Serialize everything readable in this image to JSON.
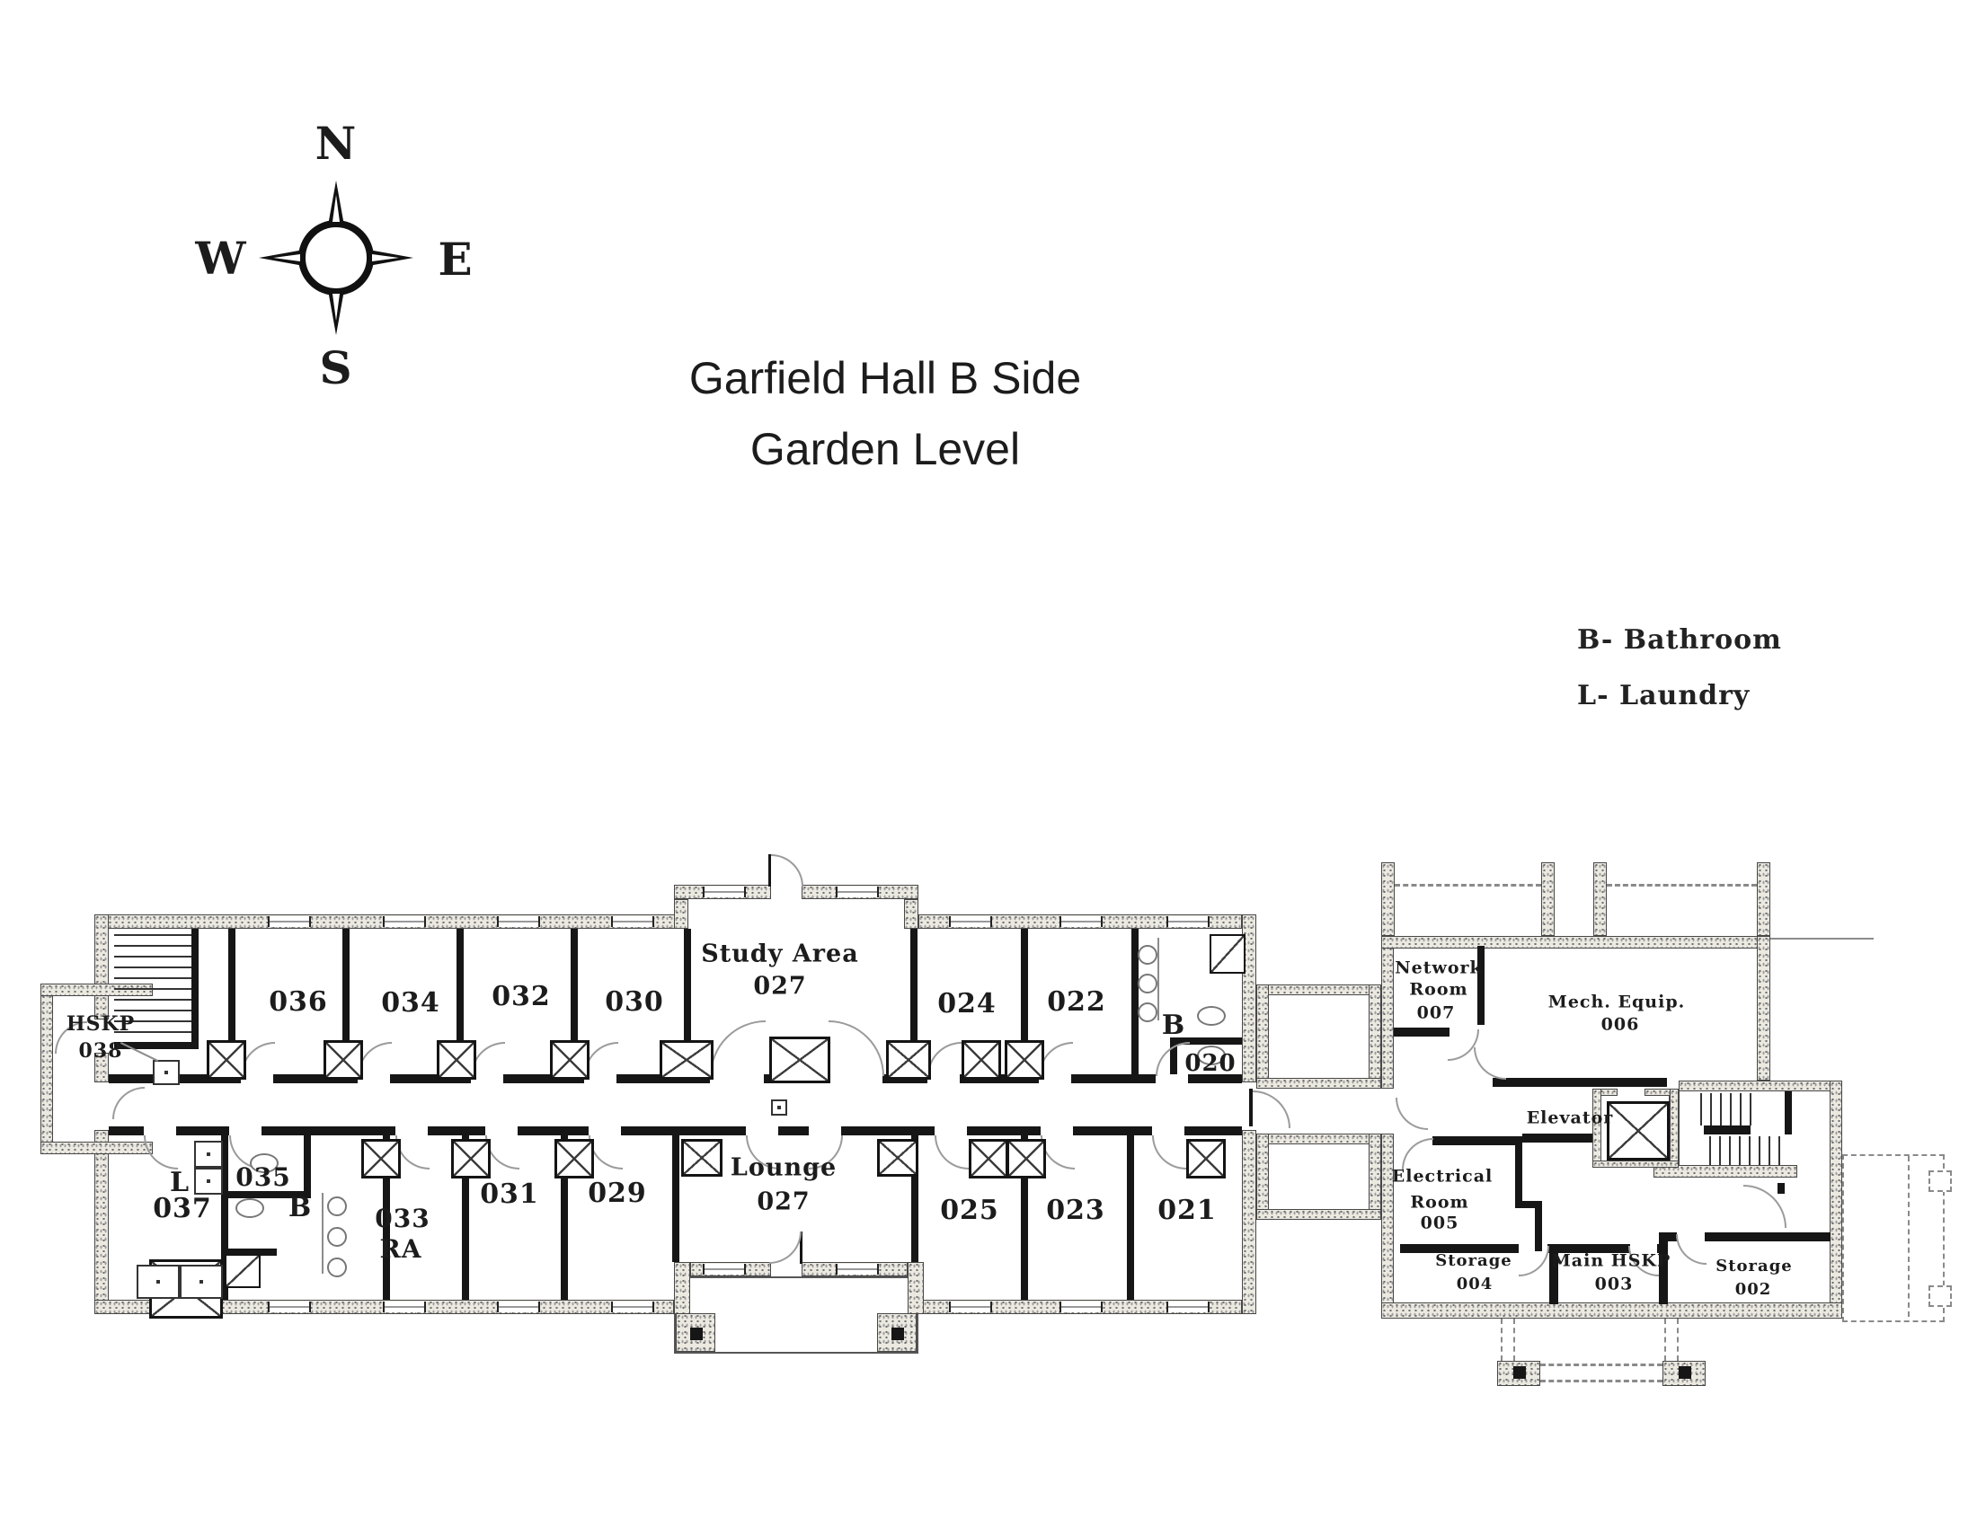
{
  "page": {
    "title_line1": "Garfield Hall B Side",
    "title_line2": "Garden Level"
  },
  "compass": {
    "north": "N",
    "south": "S",
    "east": "E",
    "west": "W"
  },
  "legend": {
    "items": [
      {
        "label": "B- Bathroom"
      },
      {
        "label": "L- Laundry"
      }
    ]
  },
  "rooms": {
    "hskp038": {
      "name": "HSKP",
      "number": "038"
    },
    "r036": {
      "number": "036"
    },
    "r034": {
      "number": "034"
    },
    "r032": {
      "number": "032"
    },
    "r030": {
      "number": "030"
    },
    "study": {
      "name": "Study Area",
      "number": "027"
    },
    "r024": {
      "number": "024"
    },
    "r022": {
      "number": "022"
    },
    "bath_north": {
      "name": "B"
    },
    "r020": {
      "number": "020"
    },
    "laundry037": {
      "name": "L",
      "number": "037"
    },
    "r035": {
      "number": "035"
    },
    "bath_south": {
      "name": "B"
    },
    "r033": {
      "number": "033",
      "role": "RA"
    },
    "r031": {
      "number": "031"
    },
    "r029": {
      "number": "029"
    },
    "lounge": {
      "name": "Lounge",
      "number": "027"
    },
    "r025": {
      "number": "025"
    },
    "r023": {
      "number": "023"
    },
    "r021": {
      "number": "021"
    },
    "network007": {
      "line1": "Network",
      "line2": "Room",
      "number": "007"
    },
    "mech006": {
      "name": "Mech. Equip.",
      "number": "006"
    },
    "elevator": {
      "name": "Elevator"
    },
    "electrical005": {
      "line1": "Electrical",
      "line2": "Room",
      "number": "005"
    },
    "storage004": {
      "name": "Storage",
      "number": "004"
    },
    "mainhskp003": {
      "name": "Main HSKP",
      "number": "003"
    },
    "storage002": {
      "name": "Storage",
      "number": "002"
    }
  }
}
